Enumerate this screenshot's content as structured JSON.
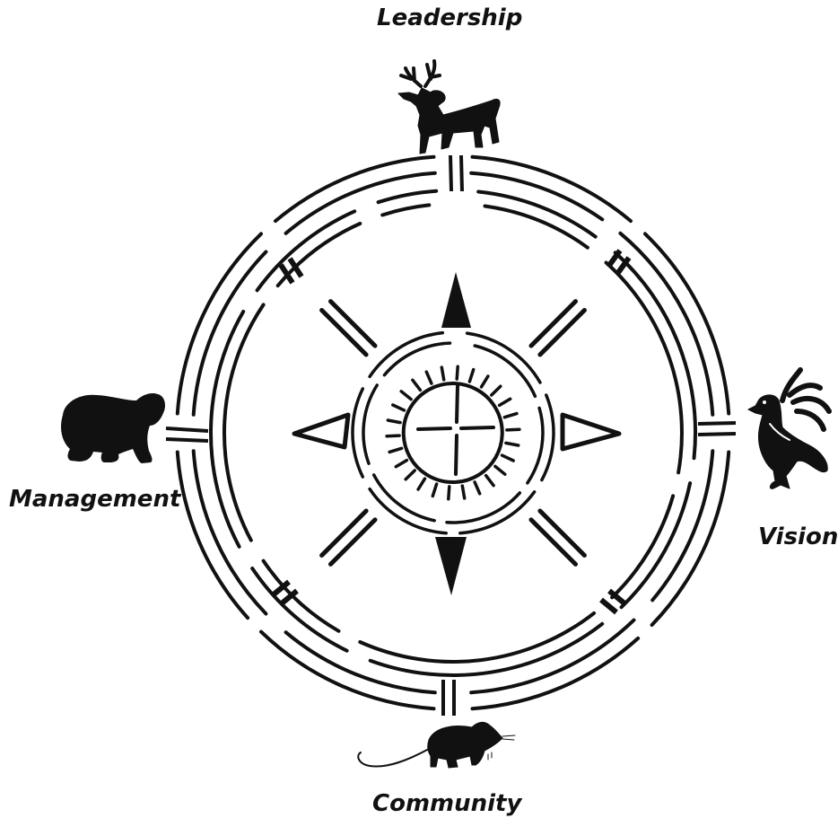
{
  "directions": {
    "north": {
      "label": "Leadership",
      "animal": "deer-icon"
    },
    "west": {
      "label": "Management",
      "animal": "bear-icon"
    },
    "east": {
      "label": "Vision",
      "animal": "bird-icon"
    },
    "south": {
      "label": "Community",
      "animal": "mouse-icon"
    }
  },
  "colors": {
    "ink": "#111111",
    "background": "#ffffff"
  }
}
